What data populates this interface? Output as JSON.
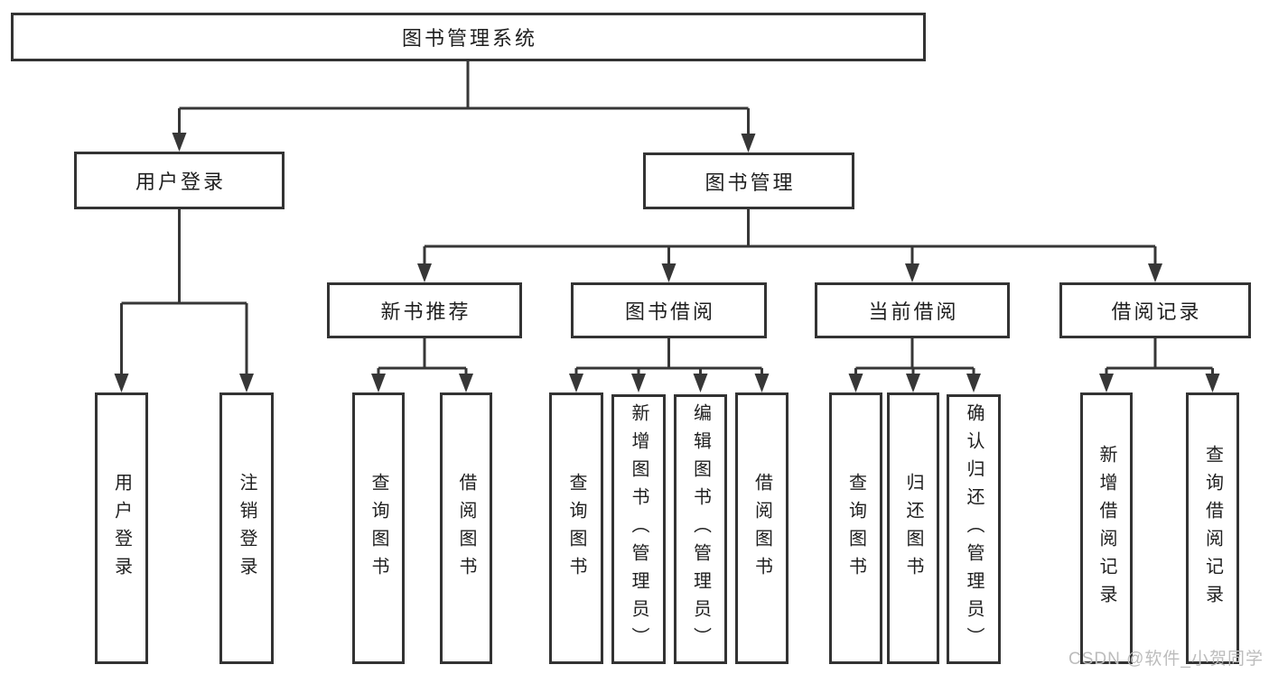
{
  "diagram": {
    "root": {
      "label": "图书管理系统"
    },
    "branches": [
      {
        "label": "用户登录",
        "children": [
          {
            "label": "用户登录"
          },
          {
            "label": "注销登录"
          }
        ]
      },
      {
        "label": "图书管理",
        "sections": [
          {
            "label": "新书推荐",
            "children": [
              {
                "label": "查询图书"
              },
              {
                "label": "借阅图书"
              }
            ]
          },
          {
            "label": "图书借阅",
            "children": [
              {
                "label": "查询图书"
              },
              {
                "label": "新增图书（管理员）"
              },
              {
                "label": "编辑图书（管理员）"
              },
              {
                "label": "借阅图书"
              }
            ]
          },
          {
            "label": "当前借阅",
            "children": [
              {
                "label": "查询图书"
              },
              {
                "label": "归还图书"
              },
              {
                "label": "确认归还（管理员）"
              }
            ]
          },
          {
            "label": "借阅记录",
            "children": [
              {
                "label": "新增借阅记录"
              },
              {
                "label": "查询借阅记录"
              }
            ]
          }
        ]
      }
    ]
  },
  "watermark": {
    "text": "CSDN @软件_小贺同学"
  },
  "colors": {
    "line": "#373737",
    "border": "#333333",
    "text": "#1f1f1f",
    "background": "#ffffff",
    "watermark": "#bcbcbc"
  }
}
